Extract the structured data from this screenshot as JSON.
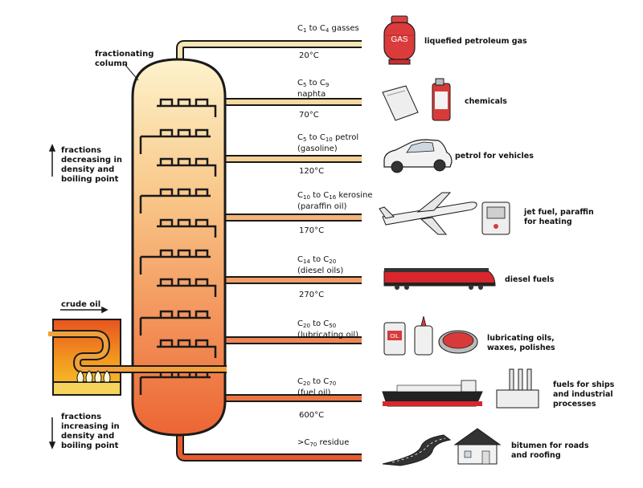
{
  "labels": {
    "column": "fractionating column",
    "crude": "crude oil",
    "up": "fractions decreasing in density and boiling point",
    "down": "fractions increasing in density and boiling point",
    "gas_can": "GAS",
    "oil_can": "OIL"
  },
  "fractions": [
    {
      "pre": "C",
      "s1": "1",
      "mid": " to C",
      "s2": "4",
      "post": " gasses",
      "line2": ""
    },
    {
      "pre": "C",
      "s1": "5",
      "mid": " to C",
      "s2": "9",
      "post": "",
      "line2": "naphta"
    },
    {
      "pre": "C",
      "s1": "5",
      "mid": " to C",
      "s2": "10",
      "post": " petrol",
      "line2": "(gasoline)"
    },
    {
      "pre": "C",
      "s1": "10",
      "mid": " to C",
      "s2": "16",
      "post": " kerosine",
      "line2": "(paraffin oil)"
    },
    {
      "pre": "C",
      "s1": "14",
      "mid": " to C",
      "s2": "20",
      "post": "",
      "line2": "(diesel oils)"
    },
    {
      "pre": "C",
      "s1": "20",
      "mid": " to C",
      "s2": "50",
      "post": "",
      "line2": "(lubricating oil)"
    },
    {
      "pre": "C",
      "s1": "20",
      "mid": " to C",
      "s2": "70",
      "post": "",
      "line2": "(fuel oil)"
    },
    {
      "pre": ">C",
      "s1": "70",
      "mid": " residue",
      "s2": "",
      "post": "",
      "line2": ""
    }
  ],
  "temperatures": [
    "20°C",
    "70°C",
    "120°C",
    "170°C",
    "270°C",
    "600°C"
  ],
  "uses": [
    "liquefied petroleum gas",
    "chemicals",
    "petrol for vehicles",
    "jet fuel, paraffin for heating",
    "diesel fuels",
    "lubricating oils, waxes, polishes",
    "fuels for ships and industrial processes",
    "bitumen for roads and roofing"
  ],
  "colors": {
    "column_top": "#fdf1c8",
    "column_bottom": "#ef6a3a",
    "outline": "#1a1a1a",
    "pipe_top": "#f3dca0",
    "pipe_bottom": "#e1572e"
  }
}
